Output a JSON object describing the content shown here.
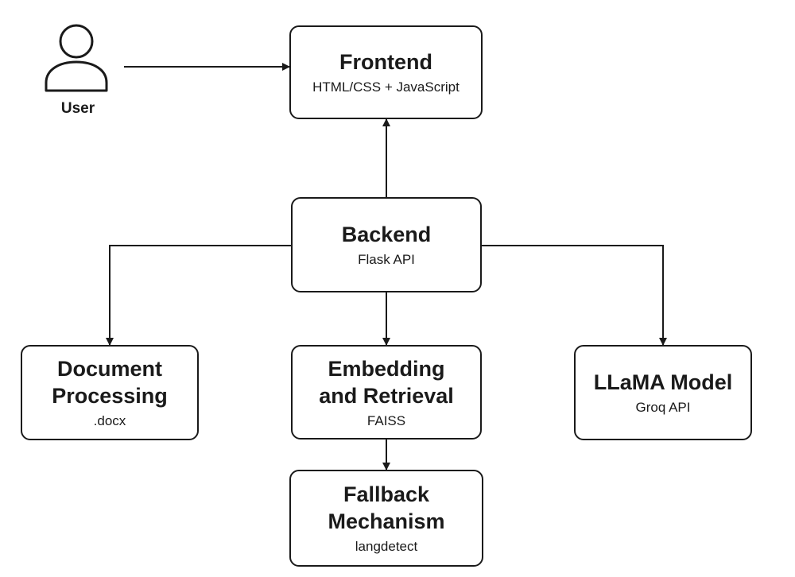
{
  "user": {
    "icon": "user-icon",
    "label": "User"
  },
  "nodes": {
    "frontend": {
      "title": "Frontend",
      "subtitle": "HTML/CSS + JavaScript"
    },
    "backend": {
      "title": "Backend",
      "subtitle": "Flask API"
    },
    "document_processing": {
      "title": "Document\nProcessing",
      "subtitle": ".docx"
    },
    "embedding_retrieval": {
      "title": "Embedding\nand Retrieval",
      "subtitle": "FAISS"
    },
    "llama_model": {
      "title": "LLaMA Model",
      "subtitle": "Groq API"
    },
    "fallback": {
      "title": "Fallback\nMechanism",
      "subtitle": "langdetect"
    }
  },
  "edges": [
    {
      "from": "user",
      "to": "frontend"
    },
    {
      "from": "backend",
      "to": "frontend"
    },
    {
      "from": "backend",
      "to": "document_processing"
    },
    {
      "from": "backend",
      "to": "embedding_retrieval"
    },
    {
      "from": "backend",
      "to": "llama_model"
    },
    {
      "from": "embedding_retrieval",
      "to": "fallback"
    }
  ],
  "colors": {
    "stroke": "#1a1a1a",
    "background": "#ffffff"
  }
}
